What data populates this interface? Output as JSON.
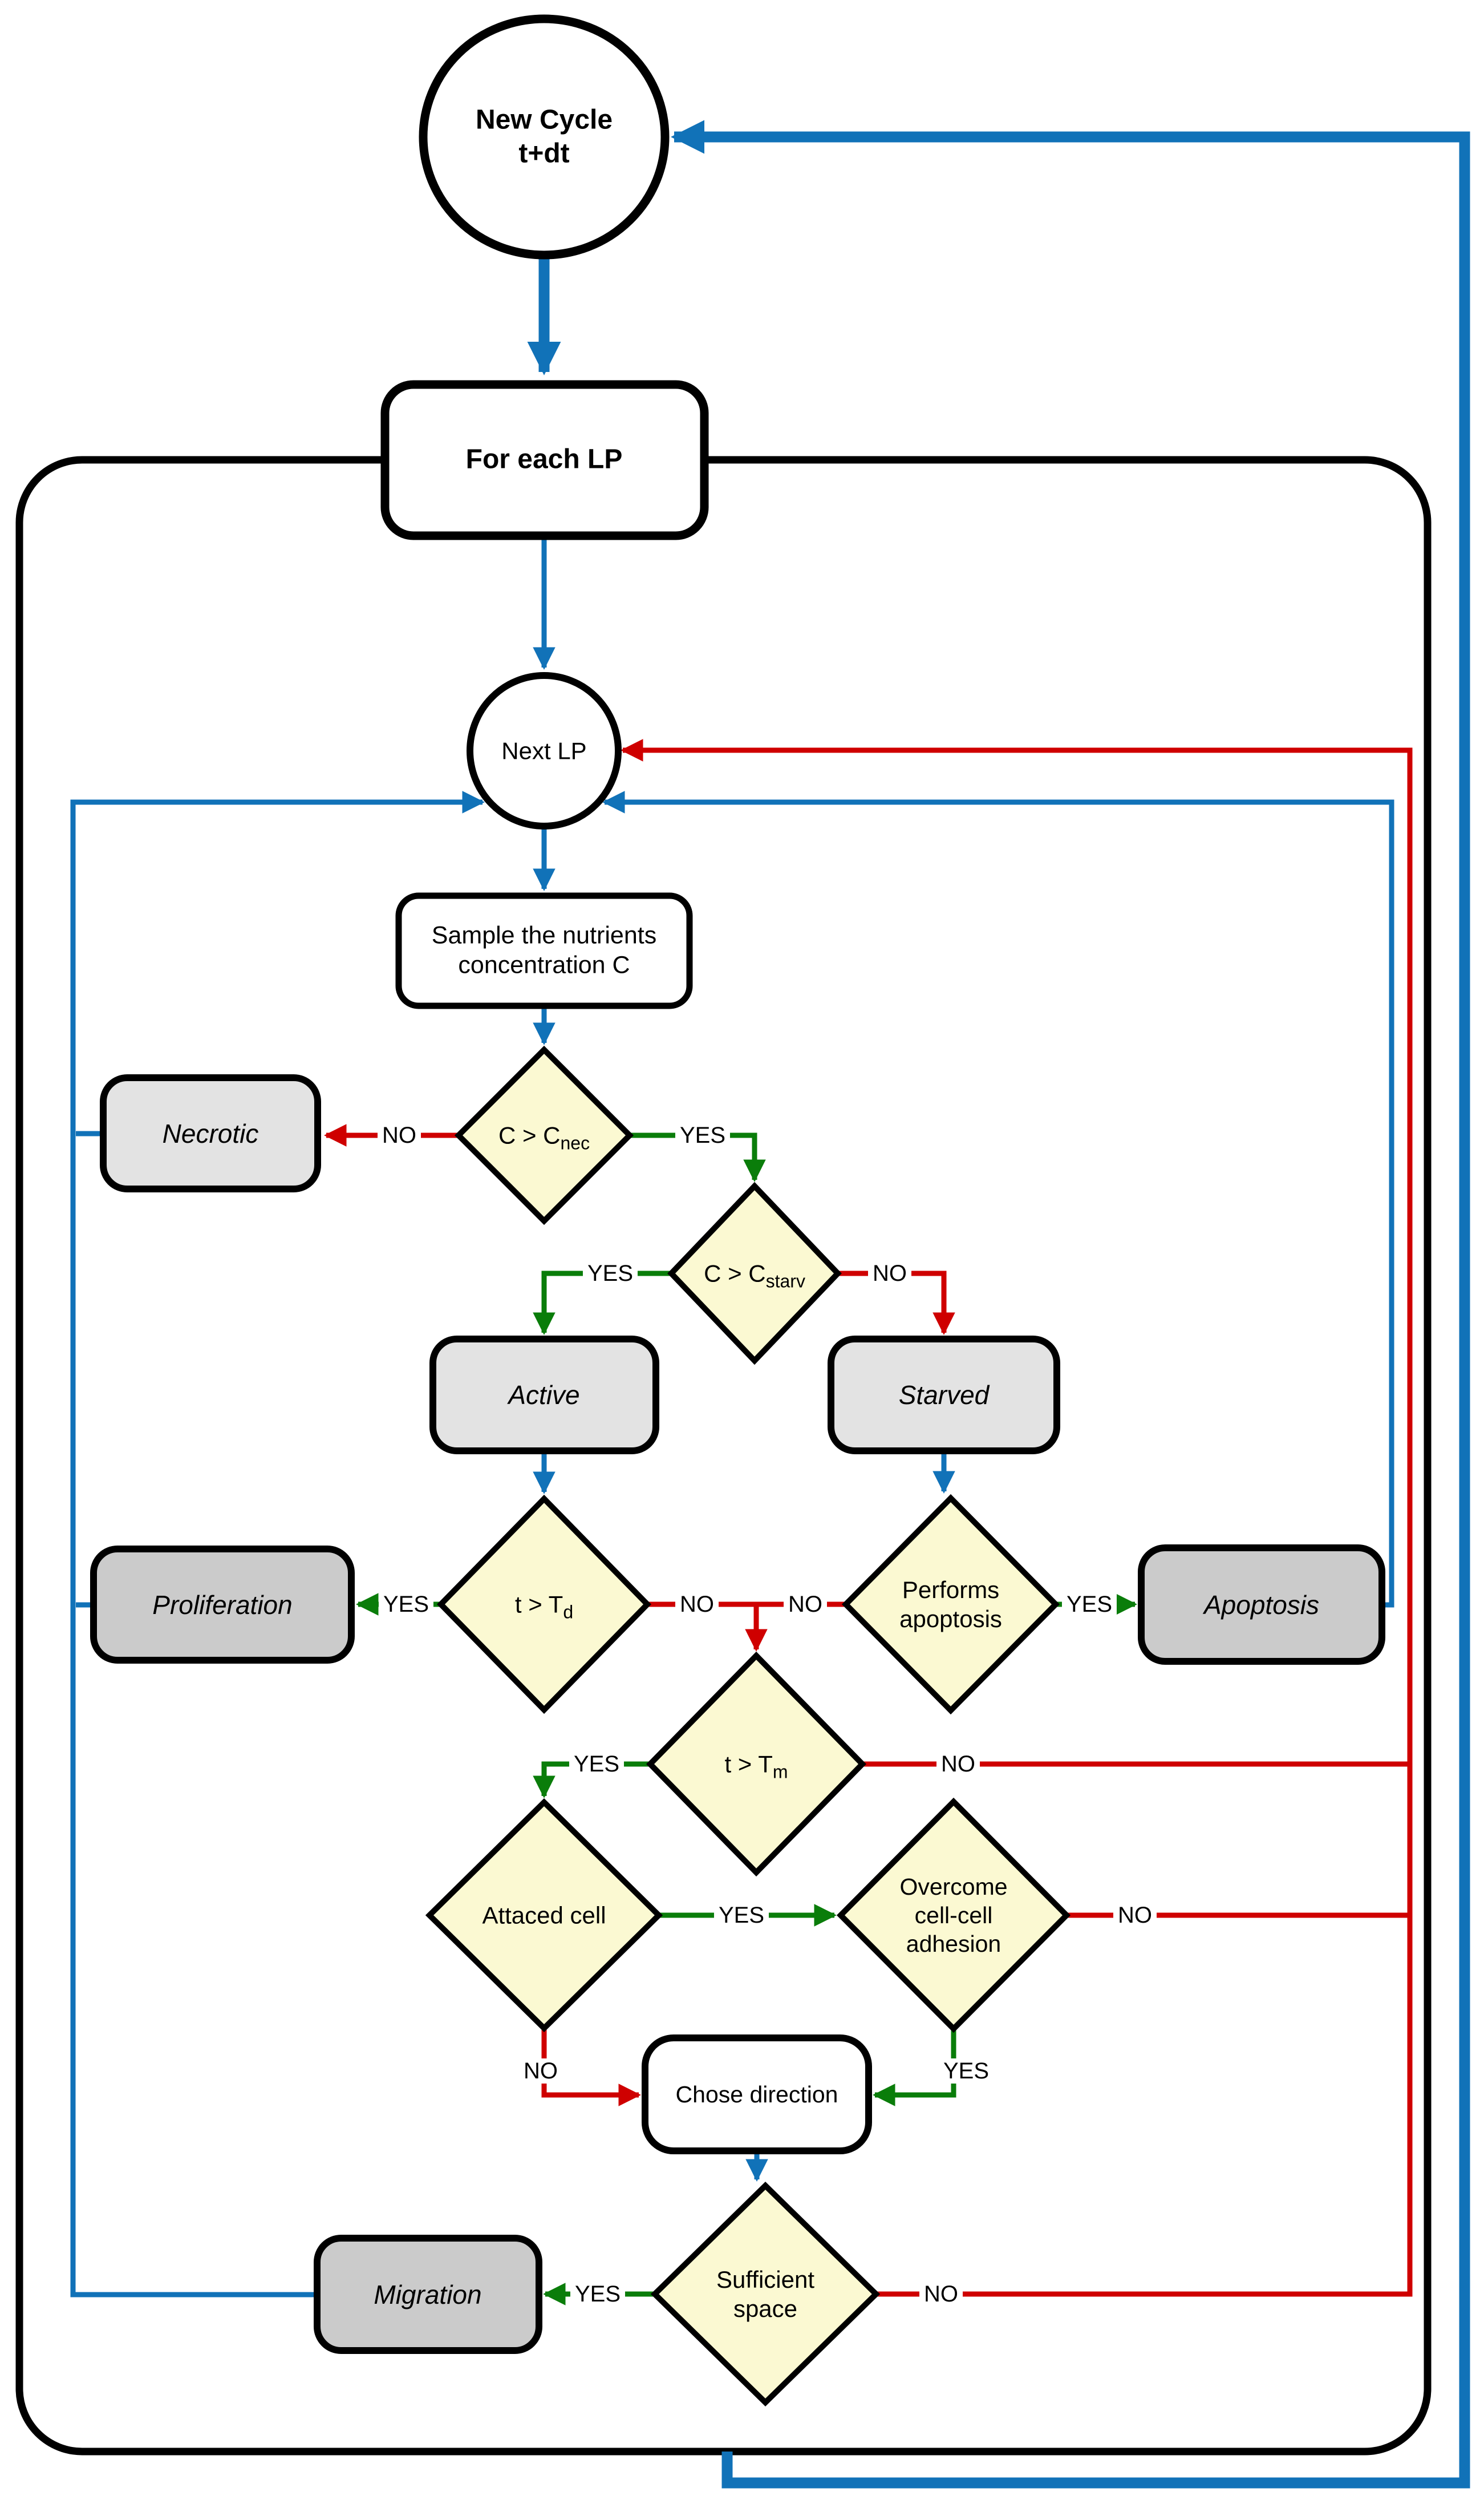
{
  "flowchart": {
    "nodes": {
      "new_cycle": {
        "line1": "New Cycle",
        "line2": "t+dt"
      },
      "for_each_lp": {
        "label": "For each LP"
      },
      "next_lp": {
        "label": "Next LP"
      },
      "sample_nutrients": {
        "line1": "Sample the nutrients",
        "line2": "concentration C"
      },
      "chose_direction": {
        "label": "Chose direction"
      }
    },
    "decisions": {
      "c_gt_cnec": {
        "base": "C > C",
        "sub": "nec"
      },
      "c_gt_cstarv": {
        "base": "C > C",
        "sub": "starv"
      },
      "t_gt_td": {
        "base": "t > T",
        "sub": "d"
      },
      "performs_apoptosis": {
        "line1": "Performs",
        "line2": "apoptosis"
      },
      "t_gt_tm": {
        "base": "t > T",
        "sub": "m"
      },
      "attached_cell": {
        "label": "Attaced cell"
      },
      "overcome_adhesion": {
        "line1": "Overcome",
        "line2": "cell-cell",
        "line3": "adhesion"
      },
      "sufficient_space": {
        "line1": "Sufficient",
        "line2": "space"
      }
    },
    "states": {
      "necrotic": {
        "label": "Necrotic"
      },
      "active": {
        "label": "Active"
      },
      "starved": {
        "label": "Starved"
      },
      "proliferation": {
        "label": "Proliferation"
      },
      "apoptosis": {
        "label": "Apoptosis"
      },
      "migration": {
        "label": "Migration"
      }
    },
    "branch_labels": {
      "yes": "YES",
      "no": "NO"
    },
    "colors": {
      "flow_arrow": "#1172b8",
      "yes_arrow": "#0a7d0a",
      "no_arrow": "#cf0000",
      "decision_fill": "#fbf9d2",
      "state_fill_light": "#e3e3e3",
      "state_fill_dark": "#cbcbcb",
      "node_border": "#000000"
    }
  }
}
